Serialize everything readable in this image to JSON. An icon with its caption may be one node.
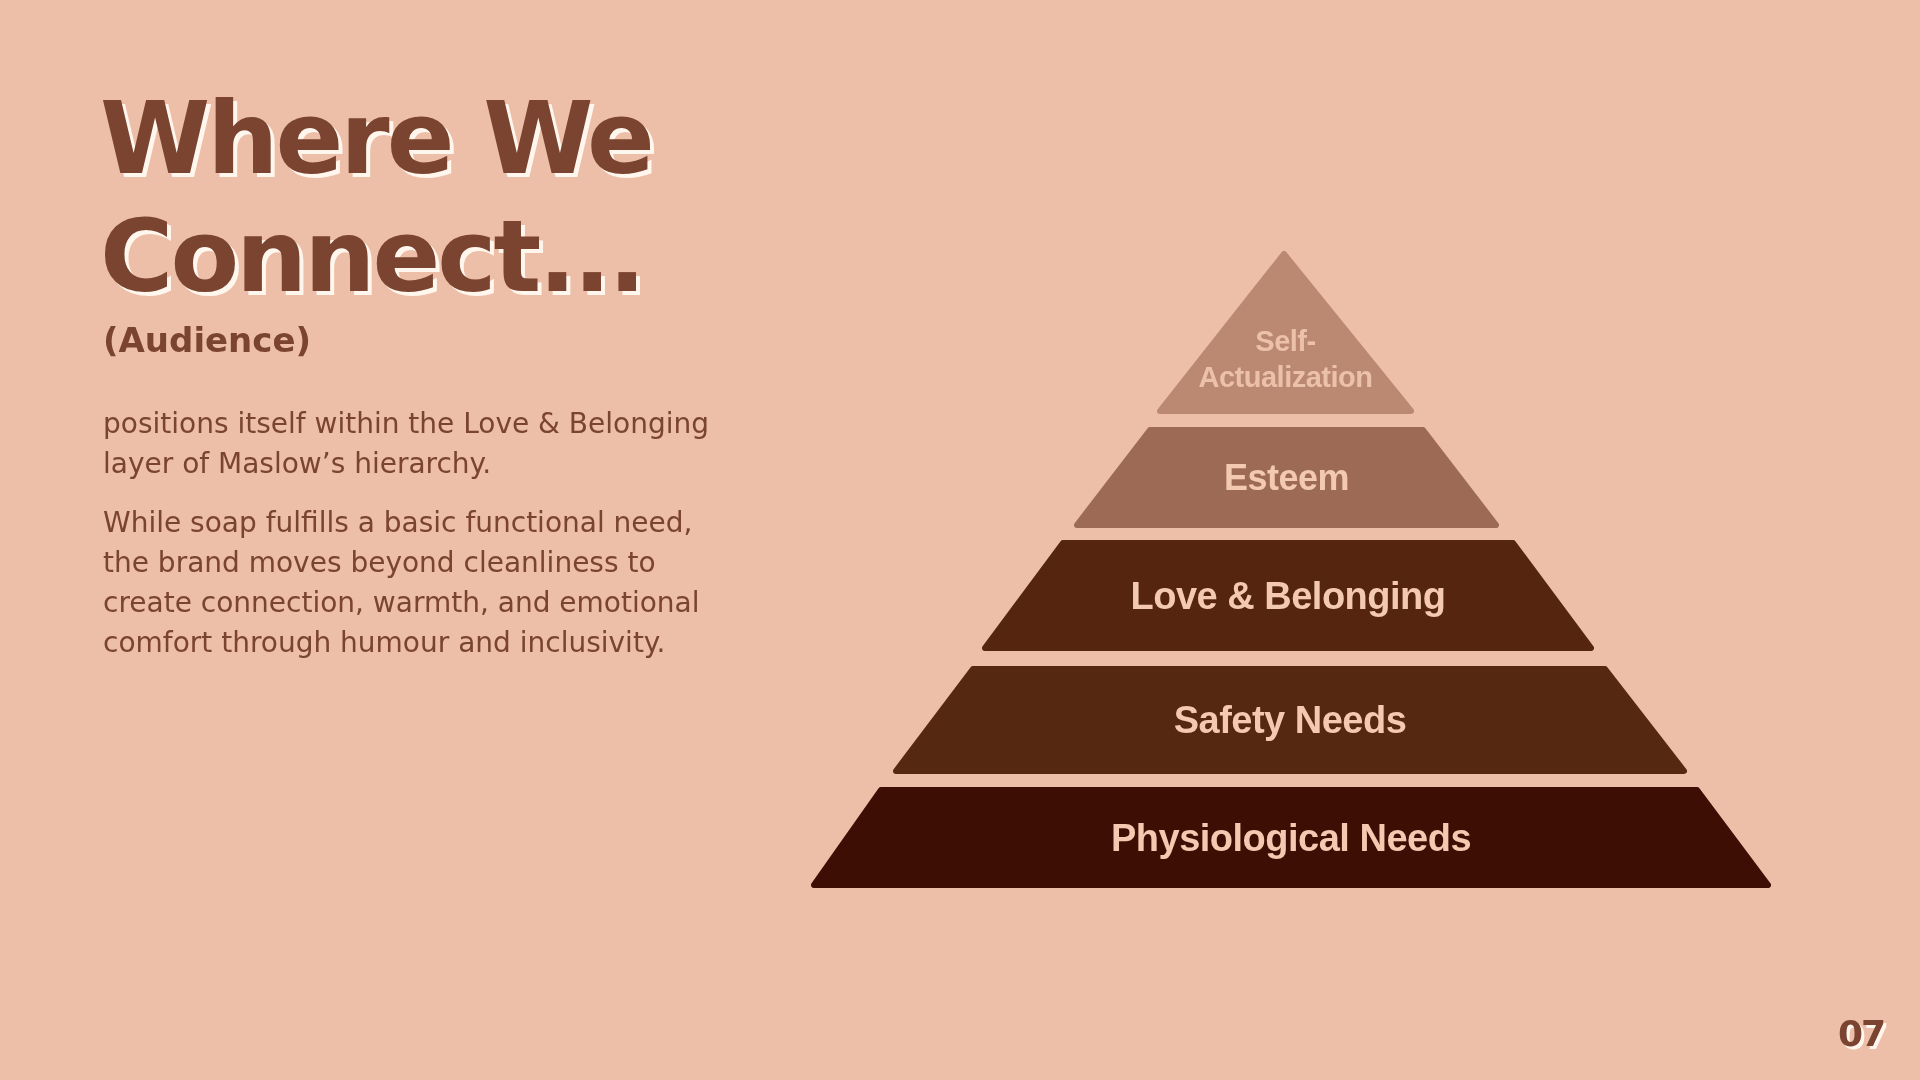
{
  "diagram": {
    "title": "Where We Connect...",
    "nodes": [
      {
        "text": [
          "Self-Actualization"
        ]
      },
      {
        "text": [
          "Esteem"
        ]
      },
      {
        "text": [
          "Love & Belonging"
        ]
      },
      {
        "text": [
          "Safety Needs"
        ]
      },
      {
        "text": [
          "Physiological Needs"
        ]
      }
    ],
    "labels": [
      "(Audience)",
      "positions itself within the Love & Belonging layer of Maslow’s hierarchy.",
      "While soap fulfills a basic functional need, the brand moves beyond cleanliness to create connection, warmth, and emotional comfort through humour and inclusivity.",
      "07"
    ]
  }
}
